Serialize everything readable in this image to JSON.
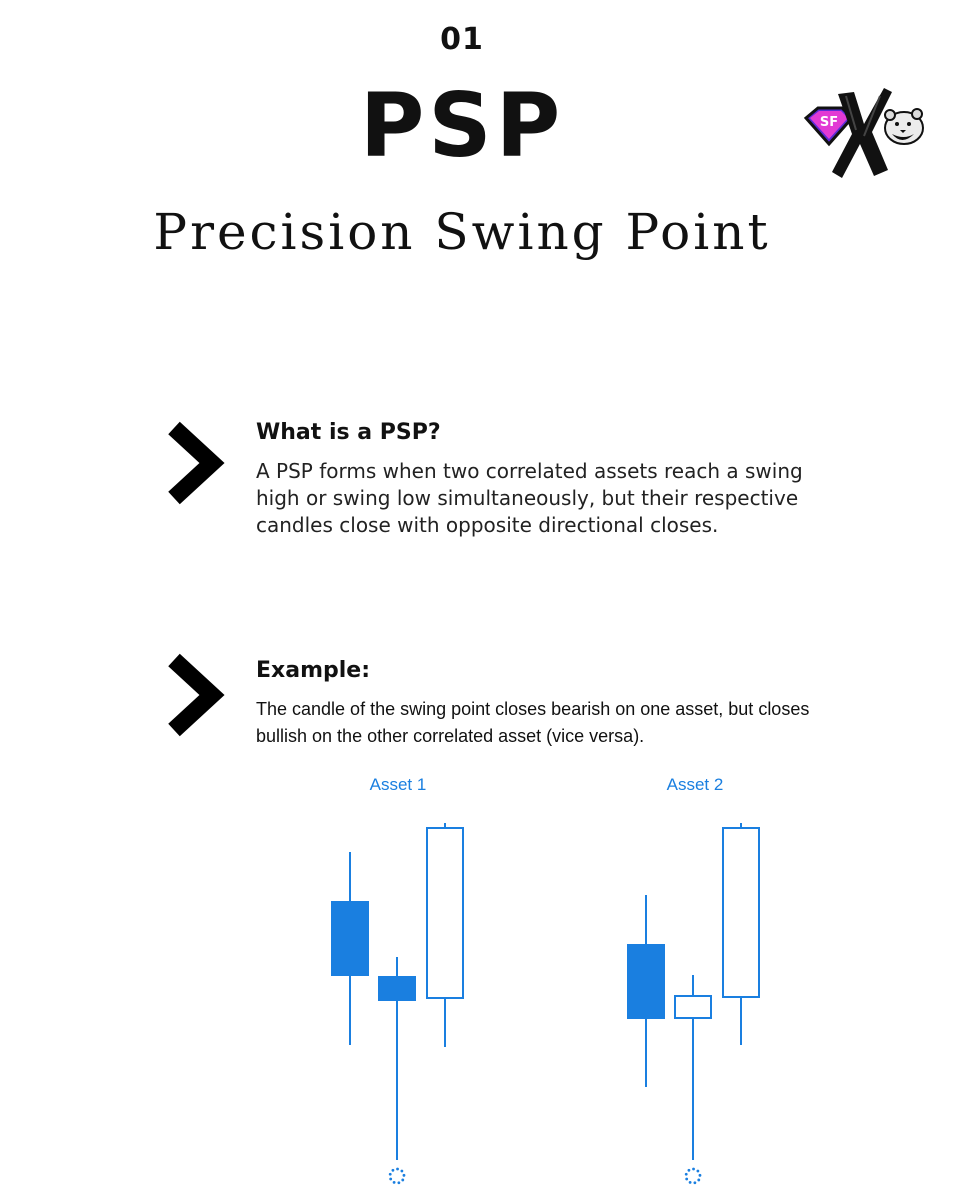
{
  "slide": {
    "number": "01"
  },
  "title": {
    "main": "PSP",
    "subtitle": "Precision Swing Point"
  },
  "logo": {
    "text": "SF",
    "icons": [
      "diamond-sf-icon",
      "x-mark-icon",
      "bear-head-icon"
    ]
  },
  "sections": {
    "what": {
      "heading": "What is a PSP?",
      "body": "A PSP forms when two correlated assets reach a swing high or swing low simultaneously, but their respective candles close with opposite directional closes."
    },
    "example": {
      "heading": "Example:",
      "body": "The candle of the swing point closes bearish on one asset, but closes bullish on the other correlated asset (vice versa)."
    }
  },
  "colors": {
    "candle_blue": "#1a7fe0",
    "text": "#111111",
    "background": "#ffffff"
  },
  "assets": [
    {
      "label": "Asset 1",
      "candles": [
        {
          "type": "bearish",
          "open": 258,
          "close": 185,
          "high": 308,
          "low": 115
        },
        {
          "type": "bearish",
          "open": 183,
          "close": 160,
          "high": 203,
          "low": 0
        },
        {
          "type": "bullish",
          "open": 162,
          "close": 332,
          "high": 337,
          "low": 113
        }
      ]
    },
    {
      "label": "Asset 2",
      "candles": [
        {
          "type": "bearish",
          "open": 215,
          "close": 142,
          "high": 265,
          "low": 73
        },
        {
          "type": "bullish",
          "open": 142,
          "close": 164,
          "high": 185,
          "low": 0
        },
        {
          "type": "bullish",
          "open": 163,
          "close": 332,
          "high": 337,
          "low": 115
        }
      ]
    }
  ]
}
